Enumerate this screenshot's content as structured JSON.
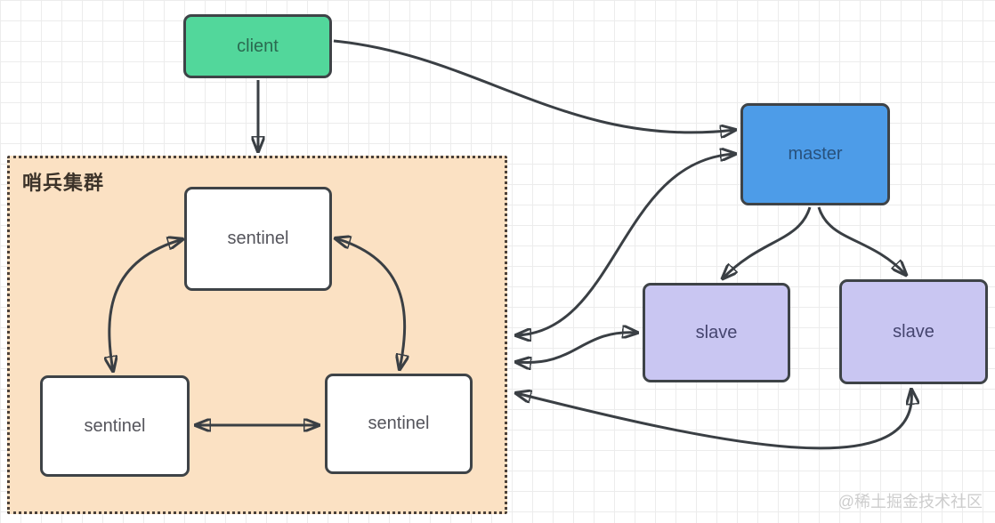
{
  "watermark": "@稀土掘金技术社区",
  "cluster": {
    "label": "哨兵集群"
  },
  "nodes": {
    "client": {
      "label": "client"
    },
    "master": {
      "label": "master"
    },
    "sentinel_top": {
      "label": "sentinel"
    },
    "sentinel_left": {
      "label": "sentinel"
    },
    "sentinel_right": {
      "label": "sentinel"
    },
    "slave_left": {
      "label": "slave"
    },
    "slave_right": {
      "label": "slave"
    }
  },
  "colors": {
    "client_bg": "#52d79b",
    "master_bg": "#4d9ce8",
    "slave_bg": "#c9c6f2",
    "sentinel_bg": "#ffffff",
    "cluster_bg": "#fbe1c3",
    "arrow": "#3a3f44",
    "node_border": "#3e4347",
    "grid_line": "#ececec"
  },
  "edges": [
    {
      "from": "client",
      "to": "sentinel-cluster",
      "bidirectional": false
    },
    {
      "from": "client",
      "to": "master",
      "bidirectional": false
    },
    {
      "from": "sentinel-cluster",
      "to": "master",
      "bidirectional": true
    },
    {
      "from": "sentinel-cluster",
      "to": "slave-left",
      "bidirectional": true
    },
    {
      "from": "sentinel-cluster",
      "to": "slave-right",
      "bidirectional": true
    },
    {
      "from": "master",
      "to": "slave-left",
      "bidirectional": false
    },
    {
      "from": "master",
      "to": "slave-right",
      "bidirectional": false
    },
    {
      "from": "sentinel-top",
      "to": "sentinel-left",
      "bidirectional": true
    },
    {
      "from": "sentinel-top",
      "to": "sentinel-right",
      "bidirectional": true
    },
    {
      "from": "sentinel-left",
      "to": "sentinel-right",
      "bidirectional": true
    }
  ]
}
